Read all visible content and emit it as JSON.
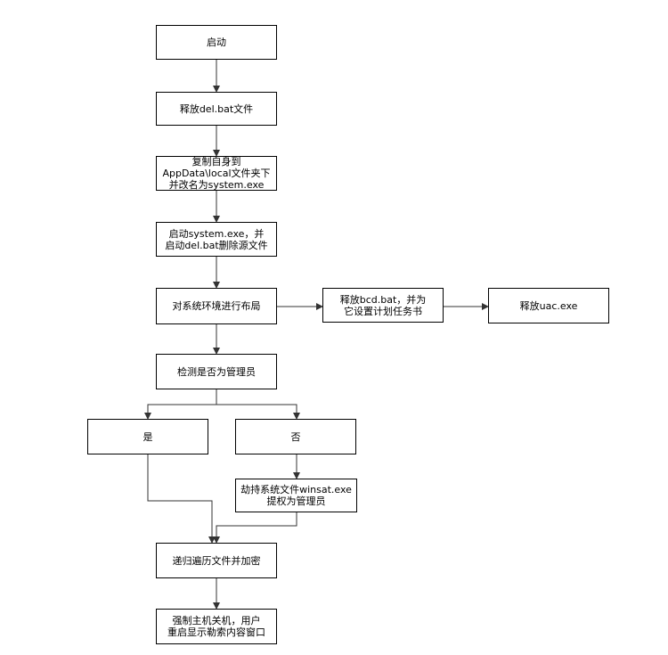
{
  "colors": {
    "stroke": "#333333",
    "node_border": "#000000",
    "background": "#ffffff"
  },
  "nodes": {
    "start": "启动",
    "release_del": "释放del.bat文件",
    "copy_self": "复制自身到\nAppData\\local文件夹下\n并改名为system.exe",
    "launch_system": "启动system.exe，并\n启动del.bat删除源文件",
    "layout": "对系统环境进行布局",
    "release_bcd": "释放bcd.bat，并为\n它设置计划任务书",
    "release_uac": "释放uac.exe",
    "check_admin": "检测是否为管理员",
    "yes": "是",
    "no": "否",
    "hijack": "劫持系统文件winsat.exe\n提权为管理员",
    "encrypt": "递归遍历文件并加密",
    "shutdown": "强制主机关机，用户\n重启显示勒索内容窗口"
  }
}
